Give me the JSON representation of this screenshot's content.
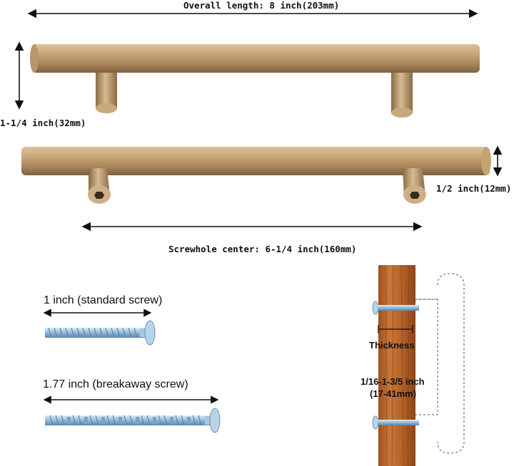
{
  "dimensions": {
    "overall_length": "Overall length: 8 inch(203mm)",
    "height": "1-1/4 inch(32mm)",
    "diameter": "1/2 inch(12mm)",
    "screwhole_center": "Screwhole center: 6-1/4 inch(160mm)"
  },
  "screws": {
    "standard": "1 inch (standard screw)",
    "breakaway": "1.77 inch (breakaway screw)"
  },
  "mounting": {
    "thickness_label": "Thickness",
    "range_inch": "1/16-1-3/5 inch",
    "range_mm": "(17-41mm)"
  },
  "colors": {
    "brass": "#b89463",
    "brass_dark": "#8c6c44",
    "brass_light": "#dcc29a",
    "wood": "#b8662b",
    "screw": "#9cc0dc"
  }
}
